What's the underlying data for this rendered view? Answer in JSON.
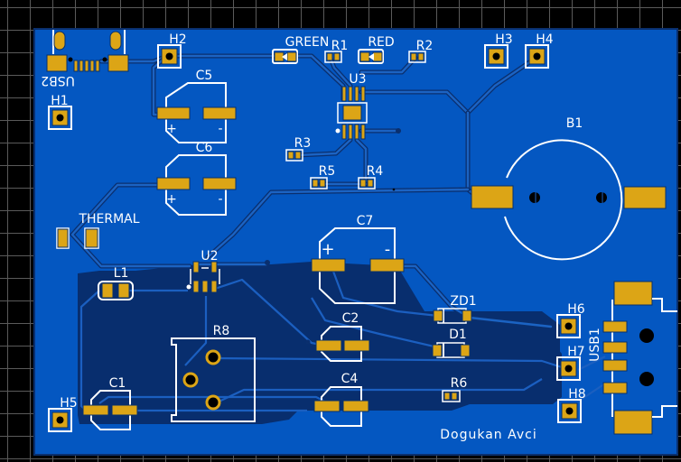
{
  "app": {
    "view": "PCB layout editor - top layer"
  },
  "colors": {
    "background": "#000000",
    "grid": "#5a5a5a",
    "board_fill": "#0457c1",
    "ground_pour": "#082e6e",
    "pad": "#dca516",
    "silkscreen": "#ffffff"
  },
  "components": {
    "usb2": "USB2",
    "h1": "H1",
    "h2": "H2",
    "h3": "H3",
    "h4": "H4",
    "h5": "H5",
    "h6": "H6",
    "h7": "H7",
    "h8": "H8",
    "c1": "C1",
    "c2": "C2",
    "c4": "C4",
    "c5": "C5",
    "c6": "C6",
    "c7": "C7",
    "green": "GREEN",
    "red": "RED",
    "r1": "R1",
    "r2": "R2",
    "r3": "R3",
    "r4": "R4",
    "r5": "R5",
    "r6": "R6",
    "r8": "R8",
    "u2": "U2",
    "u3": "U3",
    "b1": "B1",
    "thermal": "THERMAL",
    "l1": "L1",
    "zd1": "ZD1",
    "d1": "D1",
    "usb1": "USB1"
  },
  "polarity": {
    "plus": "+",
    "minus": "-"
  },
  "author": "Dogukan Avci"
}
